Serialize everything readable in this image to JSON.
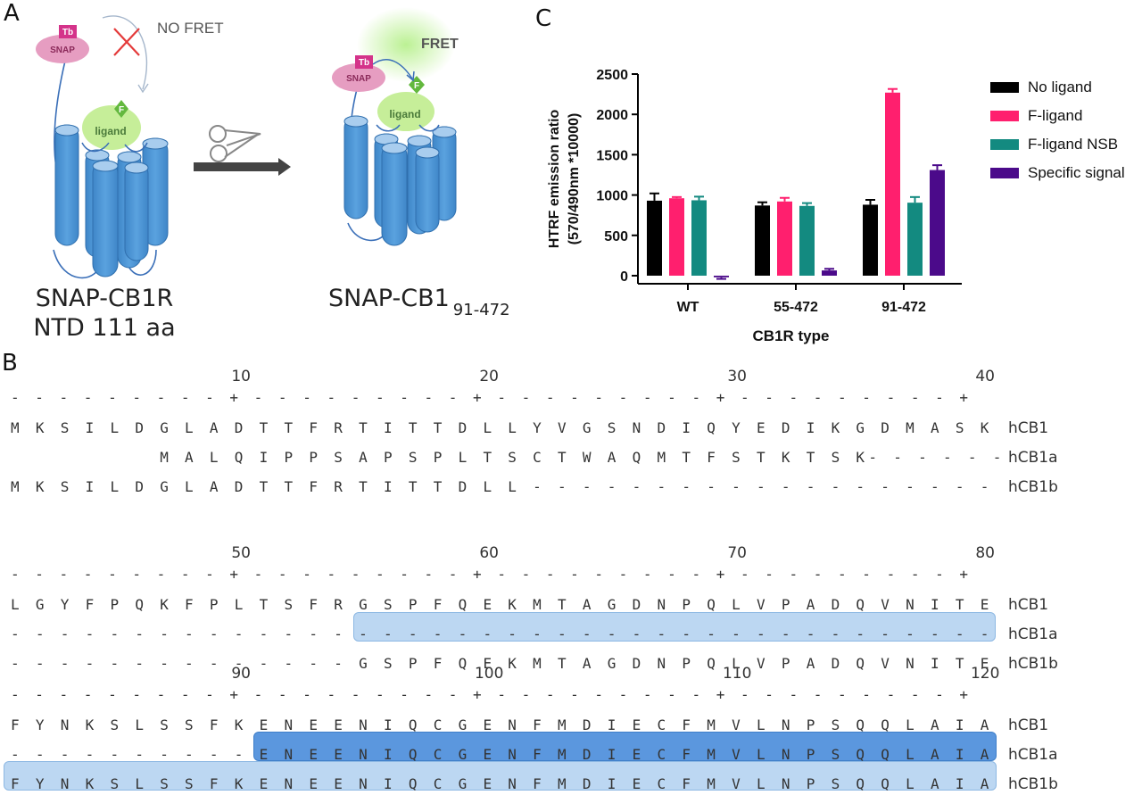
{
  "panels": {
    "a": "A",
    "b": "B",
    "c": "C"
  },
  "diagram": {
    "tb_label": "Tb",
    "snap_label": "SNAP",
    "f_label": "F",
    "ligand_label": "ligand",
    "no_fret": "NO FRET",
    "fret": "FRET",
    "left_caption_line1": "SNAP-CB1R",
    "left_caption_line2": "NTD 111 aa",
    "right_caption_main": "SNAP-CB1",
    "right_caption_sub": "91-472"
  },
  "chart_data": {
    "type": "bar",
    "categories": [
      "WT",
      "55-472",
      "91-472"
    ],
    "series": [
      {
        "name": "No ligand",
        "color": "#000000",
        "values": [
          930,
          870,
          880
        ],
        "errors": [
          90,
          40,
          60
        ]
      },
      {
        "name": "F-ligand",
        "color": "#ff1f6e",
        "values": [
          960,
          920,
          2270
        ],
        "errors": [
          15,
          45,
          45
        ]
      },
      {
        "name": "F-ligand NSB",
        "color": "#138a80",
        "values": [
          935,
          865,
          905
        ],
        "errors": [
          45,
          35,
          70
        ]
      },
      {
        "name": "Specific signal",
        "color": "#4b0a8a",
        "values": [
          -20,
          65,
          1310
        ],
        "errors": [
          20,
          20,
          60
        ]
      }
    ],
    "xlabel": "CB1R type",
    "ylabel_line1": "HTRF emission ratio",
    "ylabel_line2": "(570/490nm *10000)",
    "ylim": [
      -100,
      2500
    ],
    "yticks": [
      "0",
      "500",
      "1000",
      "1500",
      "2000",
      "2500"
    ],
    "legend_position": "right"
  },
  "sequence": {
    "blocks": [
      {
        "numbers": [
          "10",
          "20",
          "30",
          "40"
        ],
        "ruler": "- - - - - - - - - + - - - - - - - - - + - - - - - - - - - + - - - - - - - - - +",
        "rows": [
          {
            "name": "hCB1",
            "seq": "M K S I L D G L A D T T F R T I T T D L L Y V G S N D I Q Y E D I K G D M A S K"
          },
          {
            "name": "hCB1a",
            "seq": "            M A L Q I P P S A P S P L T S C T W A Q M T F S T K T S K- - - - - -"
          },
          {
            "name": "hCB1b",
            "seq": "M K S I L D G L A D T T F R T I T T D L L - - - - - - - - - - - - - - - - - - -"
          }
        ]
      },
      {
        "numbers": [
          "50",
          "60",
          "70",
          "80"
        ],
        "ruler": "- - - - - - - - - + - - - - - - - - - + - - - - - - - - - + - - - - - - - - - +",
        "rows": [
          {
            "name": "hCB1",
            "seq": "L G Y F P Q K F P L T S F R G S P F Q E K M T A G D N P Q L V P A D Q V N I T E"
          },
          {
            "name": "hCB1a",
            "seq": "- - - - - - - - - - - - - - - - - - - - - - - - - - - - - - - - - - - - - - - -"
          },
          {
            "name": "hCB1b",
            "seq": "- - - - - - - - - - - - - - G S P F Q E K M T A G D N P Q L V P A D Q V N I T E"
          }
        ]
      },
      {
        "numbers": [
          "90",
          "100",
          "110",
          "120"
        ],
        "ruler": "- - - - - - - - - + - - - - - - - - - + - - - - - - - - - + - - - - - - - - - +",
        "rows": [
          {
            "name": "hCB1",
            "seq": "F Y N K S L S S F K E N E E N I Q C G E N F M D I E C F M V L N P S Q Q L A I A"
          },
          {
            "name": "hCB1a",
            "seq": "- - - - - - - - - - E N E E N I Q C G E N F M D I E C F M V L N P S Q Q L A I A"
          },
          {
            "name": "hCB1b",
            "seq": "F Y N K S L S S F K E N E E N I Q C G E N F M D I E C F M V L N P S Q Q L A I A"
          }
        ]
      }
    ]
  }
}
